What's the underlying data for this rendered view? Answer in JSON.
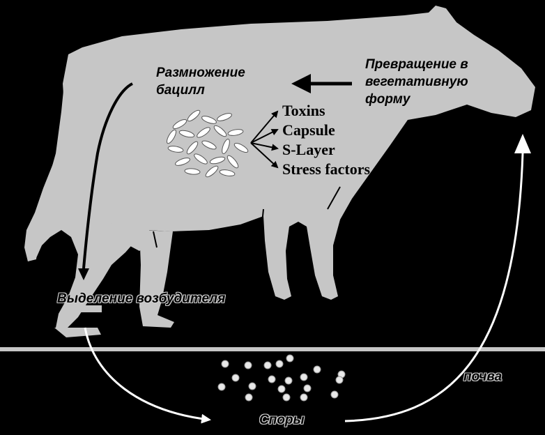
{
  "labels": {
    "reproduction": "Размножение бацилл",
    "conversion": "Превращение в вегетативную форму",
    "shedding": "Выделение возбудителя",
    "spores": "Споры",
    "soil": "почва"
  },
  "virulence_factors": [
    "Toxins",
    "Capsule",
    "S-Layer",
    "Stress factors"
  ],
  "colors": {
    "background": "#000000",
    "cow_body": "#c6c6c6",
    "text": "#000000",
    "outline_text": "#cfcfcf",
    "spore": "#e8e8e8"
  }
}
